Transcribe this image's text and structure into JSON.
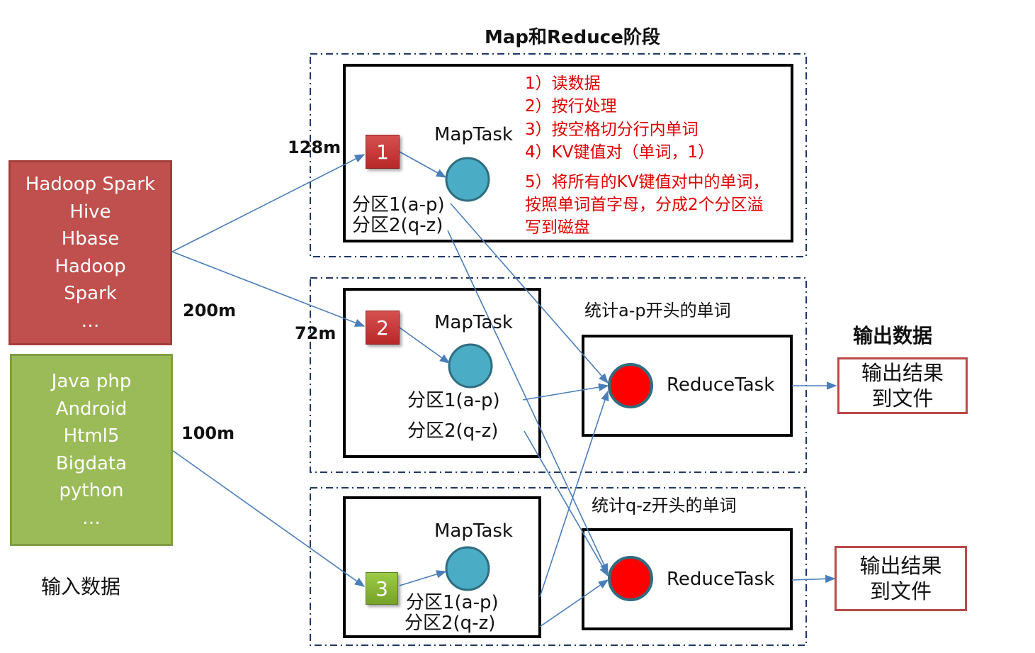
{
  "title": "Map和Reduce阶段",
  "inputs": {
    "file1": [
      "Hadoop Spark",
      "Hive",
      "Hbase",
      "Hadoop",
      "Spark",
      "…"
    ],
    "file2": [
      "Java php",
      "Android",
      "Html5",
      "Bigdata",
      "python",
      "…"
    ],
    "label": "输入数据"
  },
  "sizes": {
    "file1": "200m",
    "file2": "100m",
    "split1": "128m",
    "split2": "72m"
  },
  "map_tasks": [
    {
      "number": "1",
      "label": "MapTask",
      "partition1": "分区1(a-p)",
      "partition2": "分区2(q-z)"
    },
    {
      "number": "2",
      "label": "MapTask",
      "partition1": "分区1(a-p)",
      "partition2": "分区2(q-z)"
    },
    {
      "number": "3",
      "label": "MapTask",
      "partition1": "分区1(a-p)",
      "partition2": "分区2(q-z)"
    }
  ],
  "map_steps": {
    "s1": "1）读数据",
    "s2": "2）按行处理",
    "s3": "3）按空格切分行内单词",
    "s4": "4）KV键值对（单词，1）",
    "s5": "5）将所有的KV键值对中的单词，按照单词首字母，分成2个分区溢写到磁盘"
  },
  "reduce_tasks": [
    {
      "region": "统计a-p开头的单词",
      "label": "ReduceTask"
    },
    {
      "region": "统计q-z开头的单词",
      "label": "ReduceTask"
    }
  ],
  "output": {
    "title": "输出数据",
    "result1": [
      "输出结果",
      "到文件"
    ],
    "result2": [
      "输出结果",
      "到文件"
    ]
  },
  "colors": {
    "input_red": "#c0504d",
    "input_green": "#9bbb59",
    "map_circle": "#4bacc6",
    "reduce_circle": "#ff0000",
    "arrow": "#4a7ebb",
    "steps_text": "#e00000",
    "dash_border": "#1f3864"
  }
}
